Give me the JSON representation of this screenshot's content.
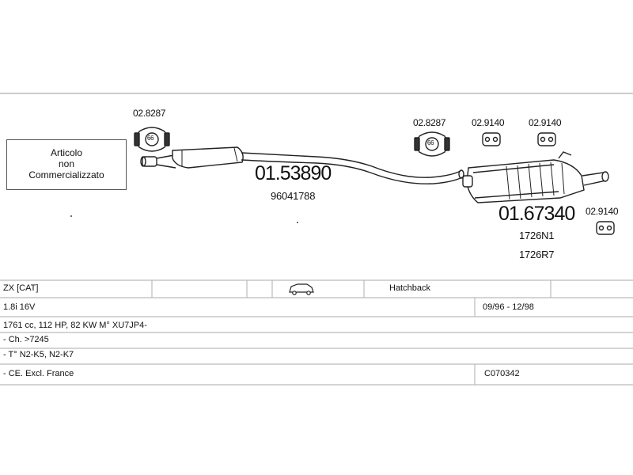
{
  "not_sold_box": {
    "line1": "Articolo",
    "line2": "non",
    "line3": "Commercializzato"
  },
  "parts": {
    "clamp_front": "02.8287",
    "clamp_rear": "02.8287",
    "rubber_1": "02.9140",
    "rubber_2": "02.9140",
    "rubber_3": "02.9140",
    "front_pipe_code": "01.53890",
    "front_pipe_oe": "96041788",
    "rear_silencer_code": "01.67340",
    "rear_silencer_oe1": "1726N1",
    "rear_silencer_oe2": "1726R7",
    "clamp_num": "66"
  },
  "vehicle": {
    "model": "ZX  [CAT]",
    "body_type": "Hatchback",
    "engine": "1.8i 16V",
    "period": "09/96 - 12/98",
    "specs": "1761 cc, 112 HP, 82 KW M° XU7JP4-",
    "chassis": "- Ch. >7245",
    "type_codes": "- T° N2-K5, N2-K7",
    "market": "- CE. Excl. France",
    "catalog_code": "C070342"
  },
  "icons": {
    "car": "car-hatchback-icon"
  }
}
